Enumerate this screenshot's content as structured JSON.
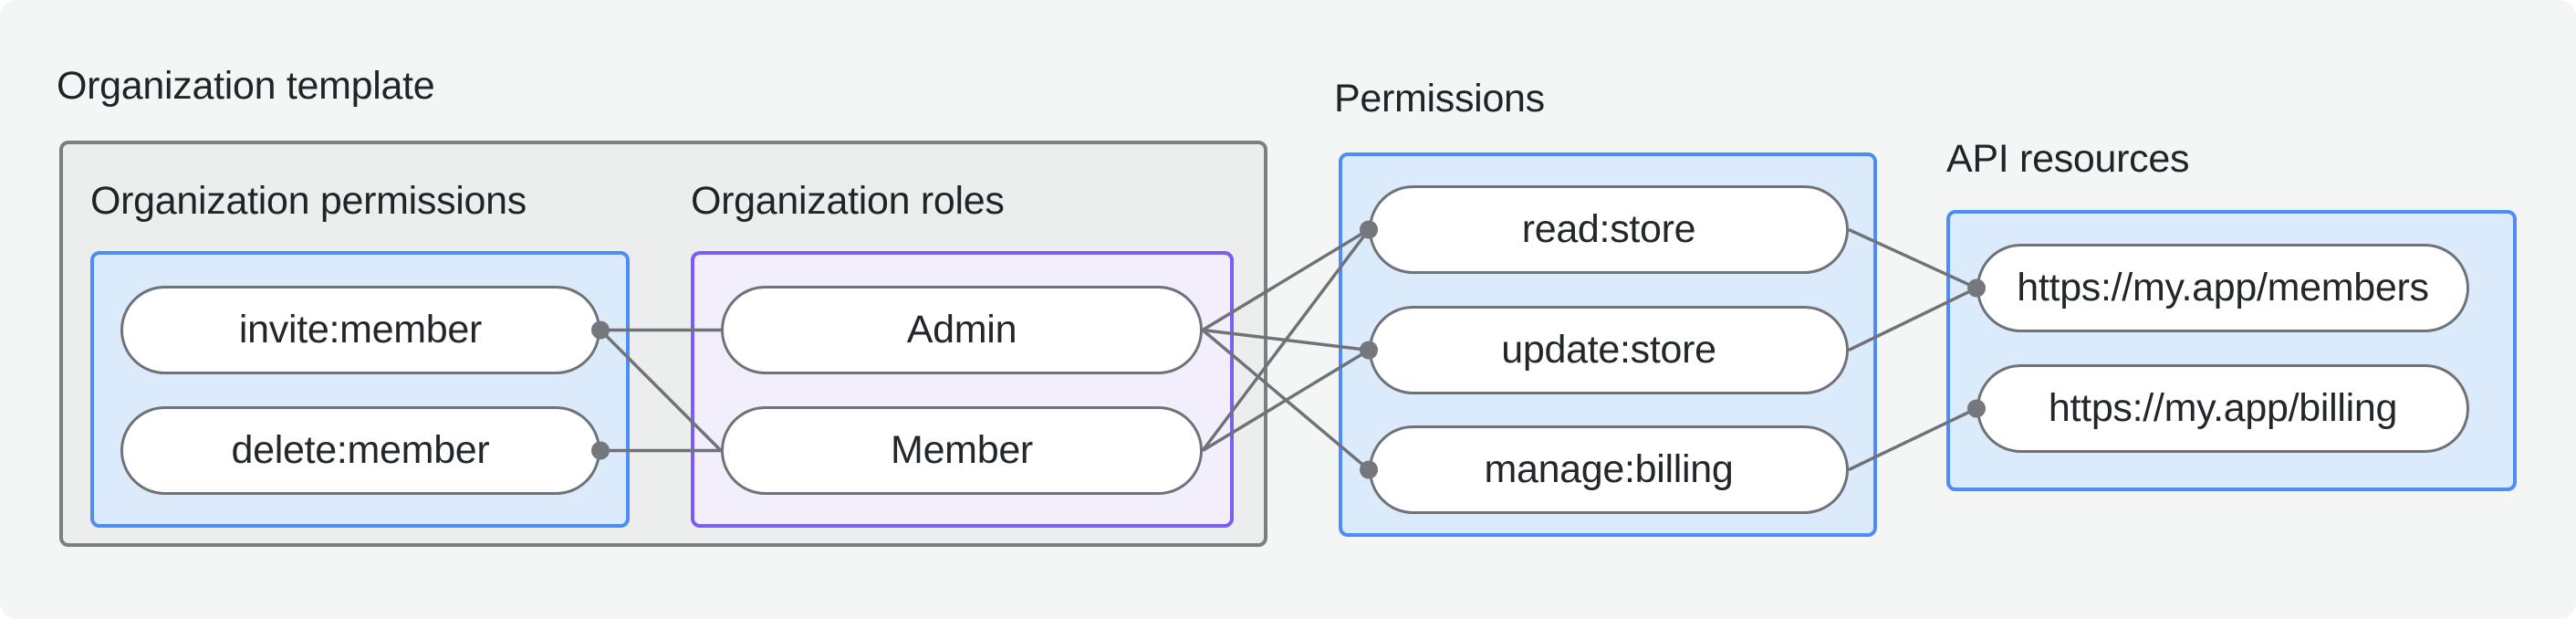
{
  "title": "Organization template",
  "groups": {
    "org_permissions": {
      "label": "Organization permissions",
      "items": [
        "invite:member",
        "delete:member"
      ]
    },
    "org_roles": {
      "label": "Organization roles",
      "items": [
        "Admin",
        "Member"
      ]
    },
    "permissions": {
      "label": "Permissions",
      "items": [
        "read:store",
        "update:store",
        "manage:billing"
      ]
    },
    "api_resources": {
      "label": "API resources",
      "items": [
        "https://my.app/members",
        "https://my.app/billing"
      ]
    }
  },
  "edges": [
    {
      "from": "invite:right",
      "to": "admin:left"
    },
    {
      "from": "invite:right",
      "to": "member:left"
    },
    {
      "from": "delete:right",
      "to": "member:left"
    },
    {
      "from": "admin:right",
      "to": "read:left"
    },
    {
      "from": "admin:right",
      "to": "update:left"
    },
    {
      "from": "admin:right",
      "to": "manage:left"
    },
    {
      "from": "member:right",
      "to": "read:left"
    },
    {
      "from": "member:right",
      "to": "update:left"
    },
    {
      "from": "read:right",
      "to": "members:left"
    },
    {
      "from": "update:right",
      "to": "members:left"
    },
    {
      "from": "manage:right",
      "to": "billing:left"
    }
  ],
  "connection_dots": [
    "invite:right",
    "delete:right",
    "read:left",
    "update:left",
    "manage:left",
    "members:left",
    "billing:left"
  ],
  "colors": {
    "page_background": "#f4f6f6",
    "template_box_fill": "#eceeed",
    "template_box_border": "#7b7f82",
    "blue_box_fill": "#dcebfc",
    "blue_box_border": "#4e8cf8",
    "purple_box_fill": "#f2eefc",
    "purple_box_border": "#7b5cf7",
    "pill_fill": "#ffffff",
    "pill_border": "#6f7377",
    "wire": "#6f7377",
    "dot": "#74787c",
    "text": "#212529"
  }
}
